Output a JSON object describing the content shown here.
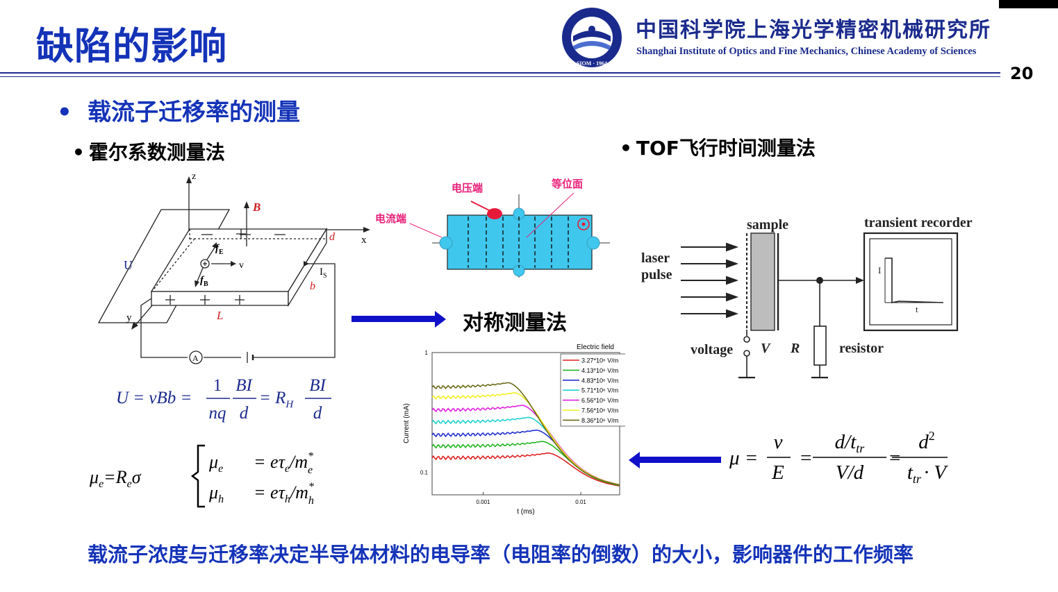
{
  "slide": {
    "title": "缺陷的影响",
    "page_number": "20",
    "institute_cn": "中国科学院上海光学精密机械研究所",
    "institute_en": "Shanghai Institute of Optics and Fine Mechanics, Chinese Academy of Sciences",
    "logo_text": "SIOM · 1964",
    "heading": "载流子迁移率的测量",
    "bullet_hall": "霍尔系数测量法",
    "bullet_tof": "TOF飞行时间测量法",
    "symmetric_label": "对称测量法",
    "bottom_text": "载流子浓度与迁移率决定半导体材料的电导率（电阻率的倒数）的大小，影响器件的工作频率"
  },
  "hall_diagram": {
    "z": "z",
    "x": "x",
    "y": "y",
    "B": "B",
    "U": "U",
    "d": "d",
    "b": "b",
    "L": "L",
    "fE": "f",
    "fE_sub": "E",
    "fB": "f",
    "fB_sub": "B",
    "v": "v",
    "Is": "I",
    "Is_sub": "S",
    "ammeter": "A"
  },
  "hall_equation": {
    "lhs": "U  = vBb =",
    "f1_num": "1",
    "f1_den": "nq",
    "f2_num": "BI",
    "f2_den": "d",
    "mid": "= R",
    "mid_sub": "H",
    "f3_num": "BI",
    "f3_den": "d"
  },
  "mobility_equation": {
    "lhs": "μ",
    "lhs_sub": "e",
    "lhs_rest": "=R",
    "lhs_rest_sub": "e",
    "lhs_sigma": "σ",
    "row1": "μ",
    "row1_sub": "e",
    "row1_rhs": "= eτ",
    "row1_rhs_sub": "e",
    "row1_rhs2": "/m",
    "row1_rhs2_sup": "*",
    "row1_rhs2_sub": "e",
    "row2": "μ",
    "row2_sub": "h",
    "row2_rhs": "= eτ",
    "row2_rhs_sub": "h",
    "row2_rhs2": "/m",
    "row2_rhs2_sup": "*",
    "row2_rhs2_sub": "h"
  },
  "electrode_diagram": {
    "voltage_terminal": "电压端",
    "equipotential": "等位面",
    "current_terminal": "电流端"
  },
  "tof_diagram": {
    "sample": "sample",
    "transient_recorder": "transient recorder",
    "laser": "laser",
    "pulse": "pulse",
    "voltage": "voltage",
    "V": "V",
    "R": "R",
    "resistor": "resistor",
    "I": "I",
    "t": "t"
  },
  "tof_equation": {
    "mu": "μ =",
    "f1_num": "v",
    "f1_den": "E",
    "f2_num": "d/t",
    "f2_num_sub": "tr",
    "f2_den": "V/d",
    "f3_num": "d",
    "f3_num_sup": "2",
    "f3_den": "t",
    "f3_den_sub": "tr",
    "f3_den_rest": "· V"
  },
  "chart_data": {
    "type": "line",
    "title": "",
    "xlabel": "t (ms)",
    "ylabel": "Current (mA)",
    "xscale": "log",
    "yscale": "log",
    "xlim": [
      0.0003,
      0.025
    ],
    "ylim": [
      0.065,
      1
    ],
    "xticks": [
      "0.001",
      "0.01"
    ],
    "yticks": [
      "0.1",
      "1"
    ],
    "legend_title": "Electric field",
    "legend_position": "top-right",
    "series": [
      {
        "name": "3.27*10⁶ V/m",
        "color": "#e02020",
        "plateau": 0.132,
        "t_break": 0.0046,
        "end": 0.072
      },
      {
        "name": "4.13*10⁶ V/m",
        "color": "#22b522",
        "plateau": 0.165,
        "t_break": 0.004,
        "end": 0.072
      },
      {
        "name": "4.83*10⁶ V/m",
        "color": "#2030d0",
        "plateau": 0.205,
        "t_break": 0.0035,
        "end": 0.072
      },
      {
        "name": "5.71*10⁶ V/m",
        "color": "#20d0d0",
        "plateau": 0.262,
        "t_break": 0.0029,
        "end": 0.072
      },
      {
        "name": "6.56*10⁶ V/m",
        "color": "#e020e0",
        "plateau": 0.33,
        "t_break": 0.0025,
        "end": 0.072
      },
      {
        "name": "7.56*10⁶ V/m",
        "color": "#f2f020",
        "plateau": 0.42,
        "t_break": 0.0021,
        "end": 0.072
      },
      {
        "name": "8.36*10⁶ V/m",
        "color": "#6b6b1a",
        "plateau": 0.51,
        "t_break": 0.0018,
        "end": 0.072
      }
    ]
  },
  "colors": {
    "brand_blue": "#1433b8",
    "navy": "#1a2a8c",
    "pink": "#e8207a",
    "electrode_blue": "#3fc7ee"
  }
}
